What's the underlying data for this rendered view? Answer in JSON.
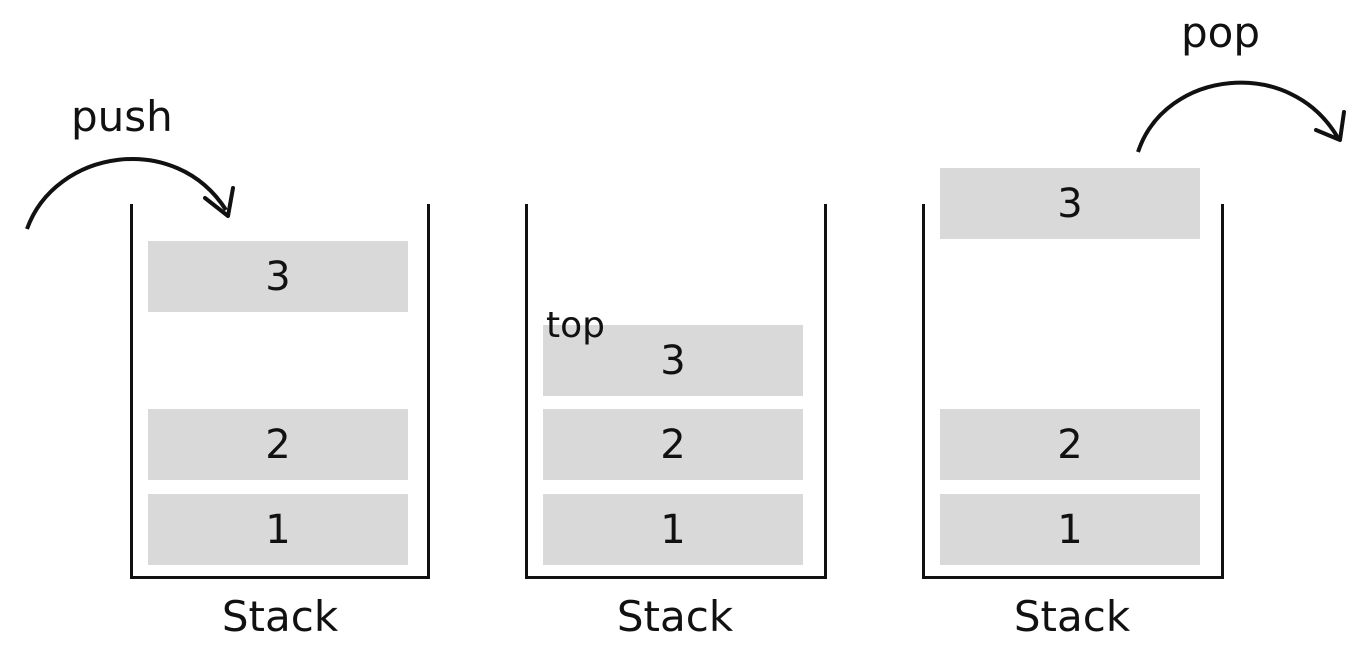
{
  "labels": {
    "push": "push",
    "pop": "pop",
    "top": "top"
  },
  "stacks": [
    {
      "label": "Stack",
      "blocks": [
        "3",
        "2",
        "1"
      ]
    },
    {
      "label": "Stack",
      "blocks": [
        "3",
        "2",
        "1"
      ]
    },
    {
      "label": "Stack",
      "blocks": [
        "3",
        "2",
        "1"
      ]
    }
  ],
  "colors": {
    "block": "#d9d9d9",
    "stroke": "#111111"
  }
}
